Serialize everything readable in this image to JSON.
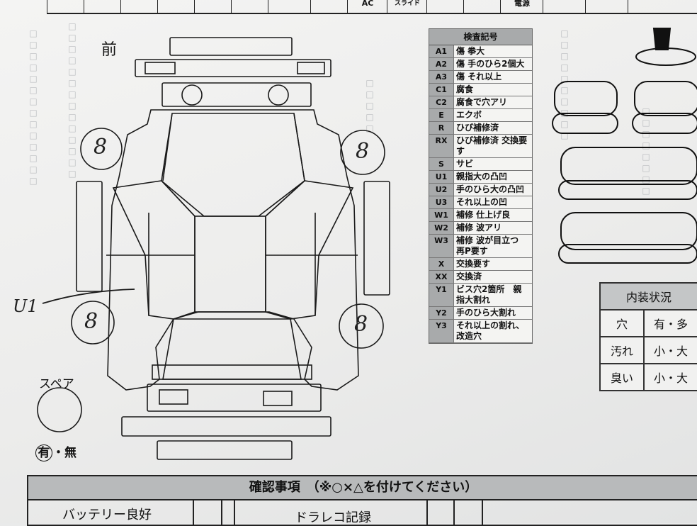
{
  "header_row": {
    "ac": "AC",
    "slide": "スライド",
    "power": "電源"
  },
  "front_label": "前",
  "legend": {
    "title": "検査記号",
    "items": [
      {
        "code": "A1",
        "desc": "傷 拳大"
      },
      {
        "code": "A2",
        "desc": "傷 手のひら2個大"
      },
      {
        "code": "A3",
        "desc": "傷 それ以上"
      },
      {
        "code": "C1",
        "desc": "腐食"
      },
      {
        "code": "C2",
        "desc": "腐食で穴アリ"
      },
      {
        "code": "E",
        "desc": "エクボ"
      },
      {
        "code": "R",
        "desc": "ひび補修済"
      },
      {
        "code": "RX",
        "desc": "ひび補修済 交換要す"
      },
      {
        "code": "S",
        "desc": "サビ"
      },
      {
        "code": "U1",
        "desc": "親指大の凸凹"
      },
      {
        "code": "U2",
        "desc": "手のひら大の凸凹"
      },
      {
        "code": "U3",
        "desc": "それ以上の凹"
      },
      {
        "code": "W1",
        "desc": "補修 仕上げ良"
      },
      {
        "code": "W2",
        "desc": "補修 波アリ"
      },
      {
        "code": "W3",
        "desc": "補修 波が目立つ　再P要す"
      },
      {
        "code": "X",
        "desc": "交換要す"
      },
      {
        "code": "XX",
        "desc": "交換済"
      },
      {
        "code": "Y1",
        "desc": "ビス穴2箇所　親指大割れ"
      },
      {
        "code": "Y2",
        "desc": "手のひら大割れ"
      },
      {
        "code": "Y3",
        "desc": "それ以上の割れ、改造穴"
      }
    ]
  },
  "tire_marks": {
    "front_left": "8",
    "front_right": "8",
    "rear_left": "8",
    "rear_right": "8"
  },
  "handwritten_note": "U1",
  "spare": {
    "label": "スペア",
    "yes": "有",
    "separator": "・",
    "no": "無"
  },
  "interior": {
    "title": "内装状況",
    "rows": [
      {
        "label": "穴",
        "value": "有・多"
      },
      {
        "label": "汚れ",
        "value": "小・大"
      },
      {
        "label": "臭い",
        "value": "小・大"
      }
    ]
  },
  "confirm": {
    "title": "確認事項　（※○×△を付けてください）",
    "battery": "バッテリー良好",
    "dashcam": "ドラレコ記録"
  }
}
